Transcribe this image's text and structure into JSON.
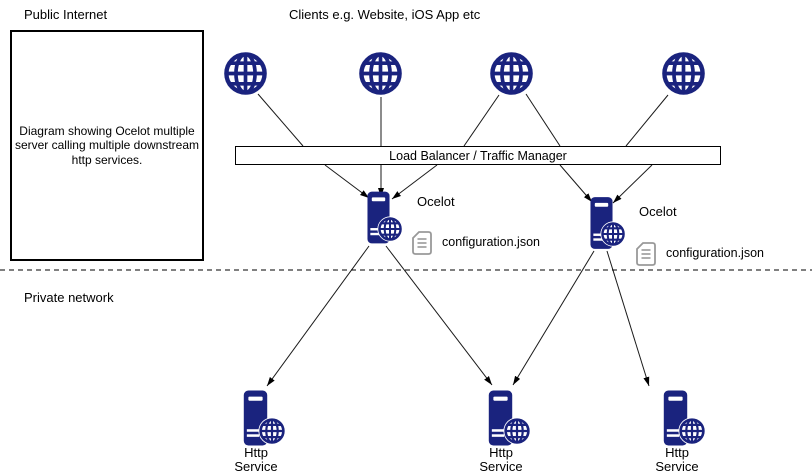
{
  "diagram": {
    "labels": {
      "public_internet": "Public Internet",
      "clients": "Clients e.g. Website, iOS App etc",
      "private_network": "Private network"
    },
    "description_box": {
      "text": "Diagram showing Ocelot multiple server calling multiple downstream http services."
    },
    "load_balancer": {
      "label": "Load Balancer / Traffic Manager"
    },
    "gateways": [
      {
        "label": "Ocelot",
        "config": "configuration.json"
      },
      {
        "label": "Ocelot",
        "config": "configuration.json"
      }
    ],
    "services": [
      {
        "label": "Http Service"
      },
      {
        "label": "Http Service"
      },
      {
        "label": "Http Service"
      }
    ],
    "icons": {
      "client": "globe-icon",
      "gateway": "server-globe-icon",
      "service": "server-globe-icon",
      "config_file": "document-icon"
    },
    "colors": {
      "node_navy": "#1a237e",
      "document_gray": "#999999",
      "line_black": "#000000",
      "background": "#ffffff"
    }
  }
}
